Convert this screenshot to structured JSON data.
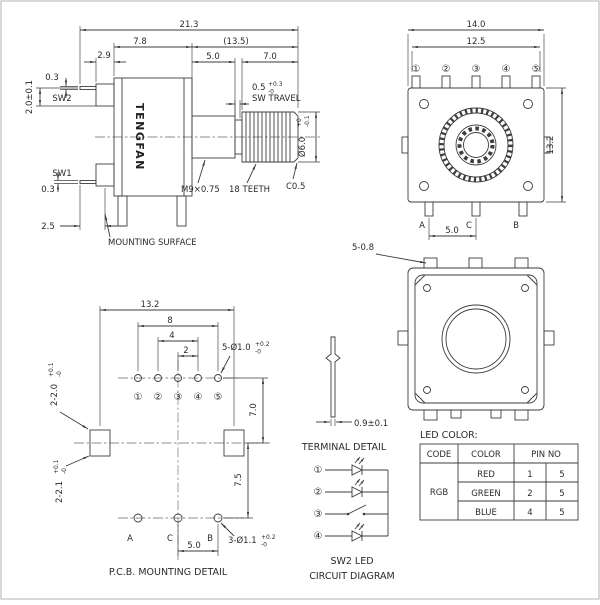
{
  "drawing": {
    "line_color": "#3d3d3d",
    "side_view": {
      "dims": {
        "total": "21.3",
        "body": "7.8",
        "ref": "(13.5)",
        "sw_step": "2.9",
        "bushing": "5.0",
        "shaft": "7.0",
        "pin_thk_top": "0.3",
        "pin_offset": "2.0±0.1",
        "pin_thk_bot": "0.3",
        "pin_len": "2.5"
      },
      "sw2": "SW2",
      "sw1": "SW1",
      "travel": {
        "val": "0.5",
        "sup": "+0.3",
        "sub": "-0",
        "label": "SW TRAVEL"
      },
      "shaft_dia": {
        "val": "Ø6.0",
        "sup": "+0",
        "sub": "-0.1"
      },
      "thread": "M9×0.75",
      "teeth": "18 TEETH",
      "chamfer": "C0.5",
      "mounting": "MOUNTING SURFACE",
      "brand": "TENGFAN"
    },
    "front_view": {
      "width": "14.0",
      "pin_span": "12.5",
      "height": "13.2",
      "pitch": "5.0",
      "pins": [
        "①",
        "②",
        "③",
        "④",
        "⑤"
      ],
      "terminals": [
        "A",
        "C",
        "B"
      ]
    },
    "rear_view": {
      "claw": "5-0.8"
    },
    "pcb": {
      "slot_span": "13.2",
      "span8": "8",
      "span4": "4",
      "span2": "2",
      "holes5": {
        "val": "5-Ø1.0",
        "sup": "+0.2",
        "sub": "-0"
      },
      "slot_w": {
        "val": "2-2.0",
        "sup": "+0.1",
        "sub": "-0"
      },
      "v1": "7.0",
      "v2": "7.5",
      "slot_h": {
        "val": "2-2.1",
        "sup": "+0.1",
        "sub": "-0"
      },
      "holes3": {
        "val": "3-Ø1.1",
        "sup": "+0.2",
        "sub": "-0"
      },
      "pitch": "5.0",
      "pins": [
        "①",
        "②",
        "③",
        "④",
        "⑤"
      ],
      "terminals": [
        "A",
        "C",
        "B"
      ],
      "caption": "P.C.B. MOUNTING DETAIL"
    },
    "terminal": {
      "dim": "0.9±0.1",
      "caption": "TERMINAL DETAIL"
    },
    "led": {
      "title": "LED COLOR:",
      "headers": [
        "CODE",
        "COLOR",
        "PIN NO"
      ],
      "code": "RGB",
      "rows": [
        {
          "color": "RED",
          "p1": "1",
          "p2": "5"
        },
        {
          "color": "GREEN",
          "p1": "2",
          "p2": "5"
        },
        {
          "color": "BLUE",
          "p1": "4",
          "p2": "5"
        }
      ]
    },
    "circuit": {
      "pins": [
        "①",
        "②",
        "③",
        "④"
      ],
      "cap1": "SW2  LED",
      "cap2": "CIRCUIT  DIAGRAM"
    }
  }
}
